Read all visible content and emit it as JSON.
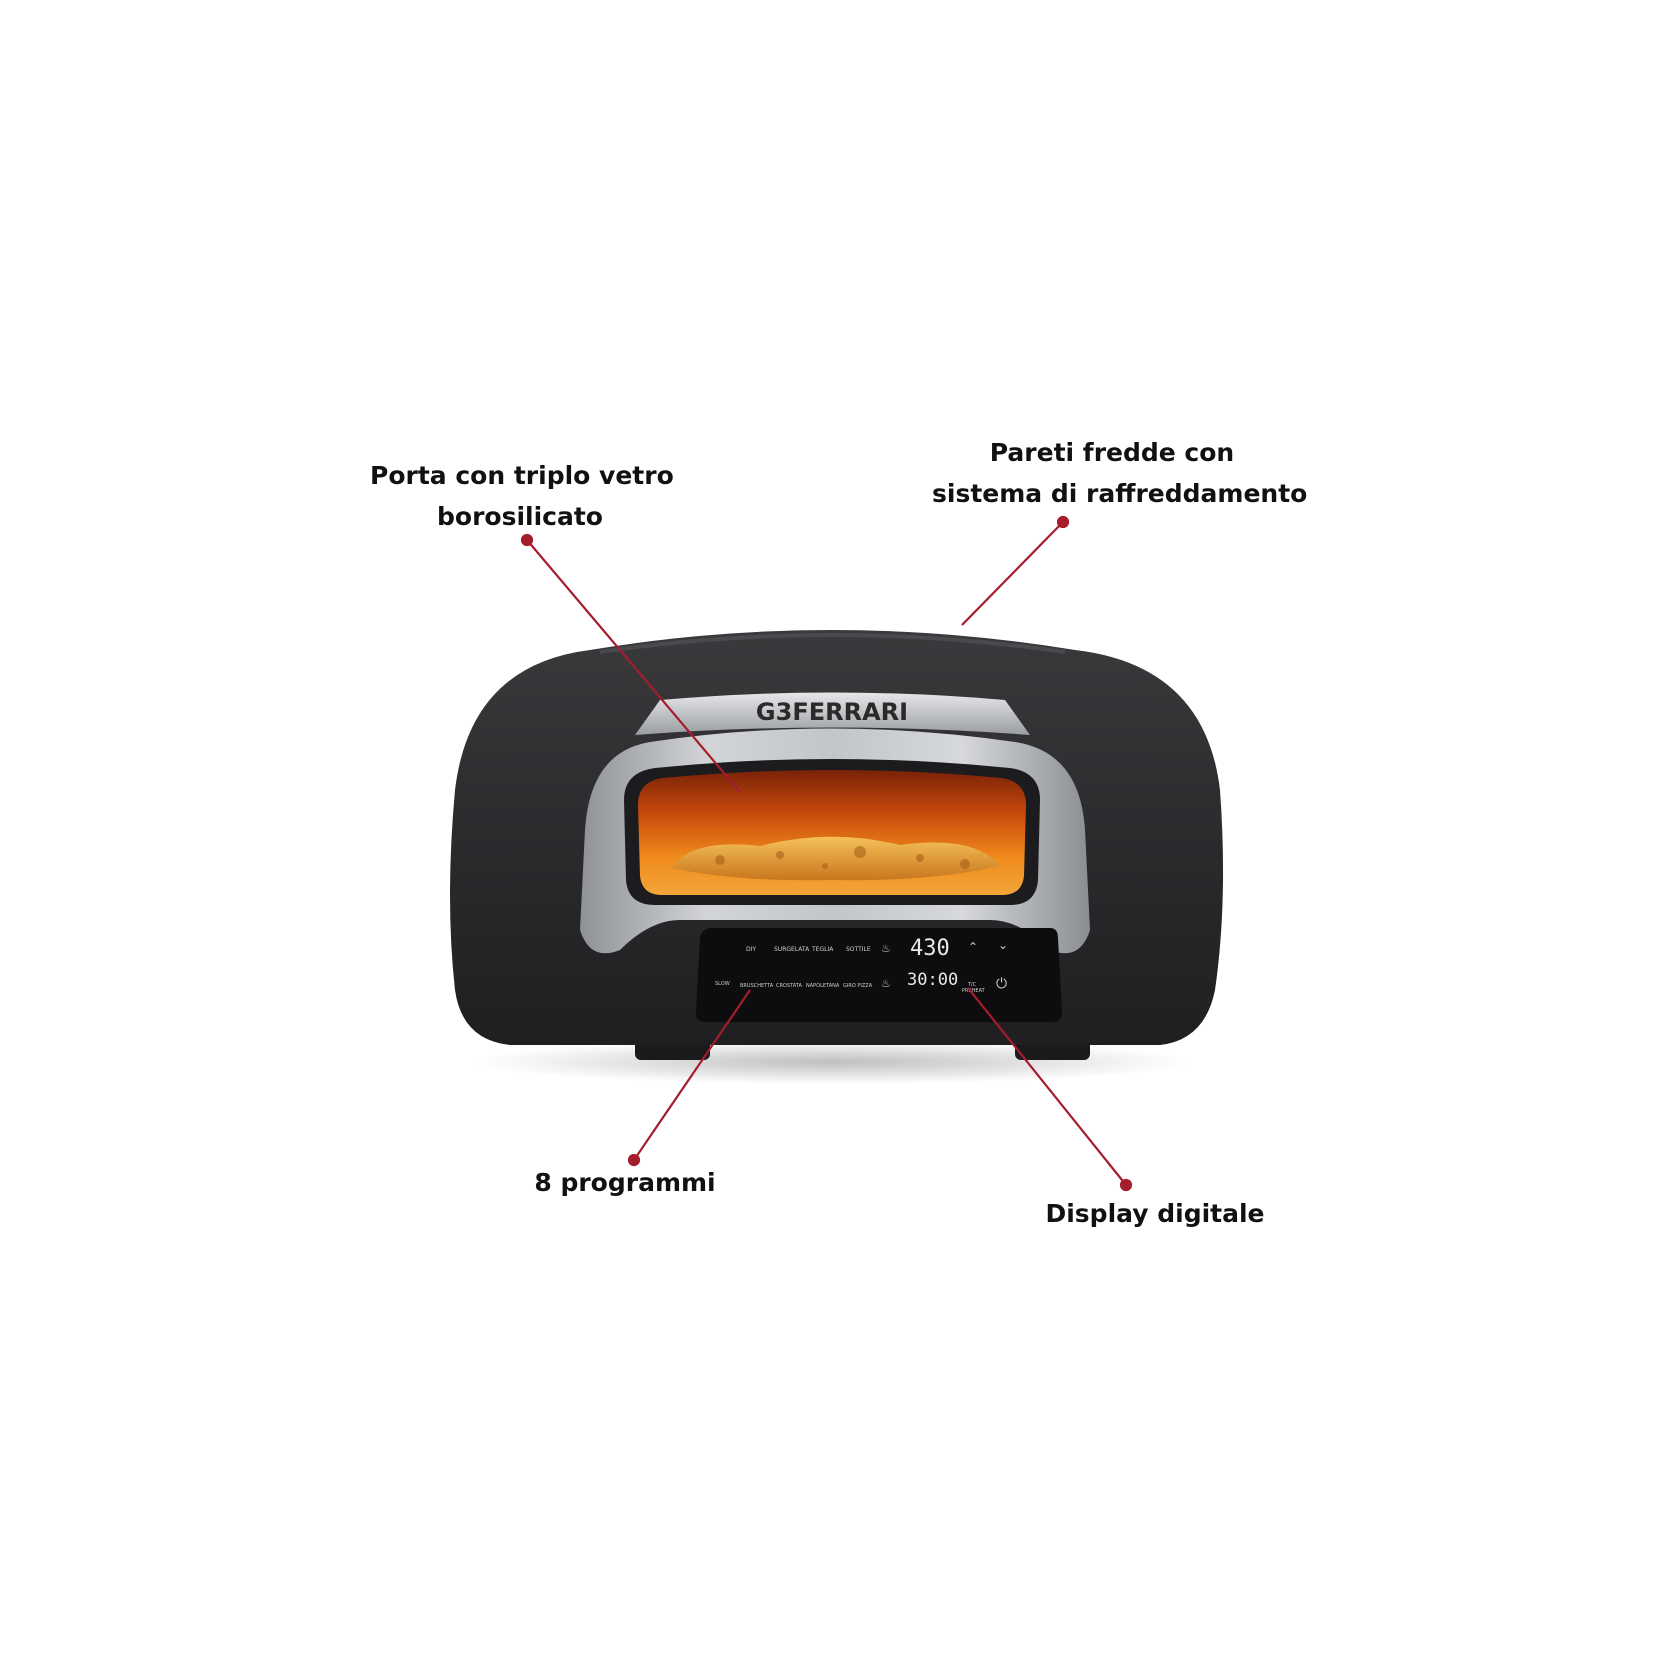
{
  "callouts": {
    "door": {
      "line1": "Porta con triplo vetro",
      "line2": "borosilicato"
    },
    "walls": {
      "line1": "Pareti fredde con",
      "line2": "sistema di raffreddamento"
    },
    "programs": {
      "line1": "8 programmi"
    },
    "display": {
      "line1": "Display digitale"
    }
  },
  "oven": {
    "brand": "G3FERRARI",
    "panel": {
      "programs_top": [
        "DIY",
        "SURGELATA",
        "TEGLIA",
        "SOTTILE"
      ],
      "programs_bottom": [
        "BRUSCHETTA",
        "CROSTATA",
        "NAPOLETANA",
        "GIRO PIZZA"
      ],
      "temperature": "430",
      "time": "30:00",
      "small_left": "SLOW",
      "small_right": "T/C PREHEAT"
    }
  },
  "colors": {
    "callout_red": "#a51d2d",
    "body_dark": "#2d2d2f",
    "steel": "#b9bcc0",
    "panel": "#0d0d0f",
    "display_text": "#e8e8e8"
  },
  "icons": [
    "arrow-up-icon",
    "arrow-down-icon",
    "power-icon",
    "heat-icon"
  ]
}
